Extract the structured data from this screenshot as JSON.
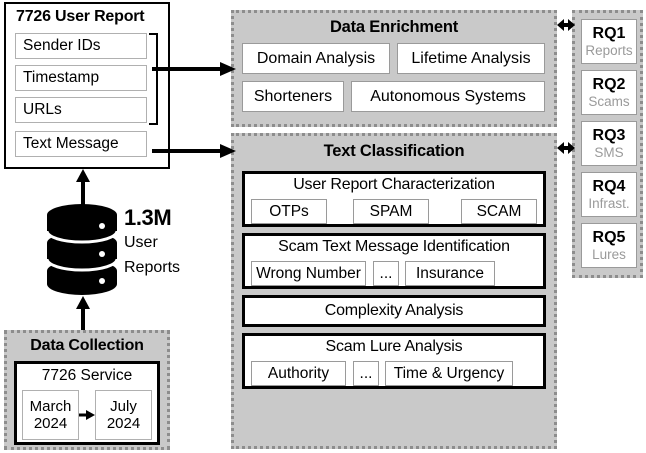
{
  "user_report": {
    "title": "7726 User Report",
    "fields": [
      {
        "label": "Sender IDs"
      },
      {
        "label": "Timestamp"
      },
      {
        "label": "URLs"
      },
      {
        "label": "Text Message"
      }
    ]
  },
  "database": {
    "count": "1.3M",
    "line1": "User",
    "line2": "Reports"
  },
  "data_collection": {
    "title": "Data Collection",
    "service_title": "7726 Service",
    "start": "March\n2024",
    "start_month": "March",
    "start_year": "2024",
    "end_month": "July",
    "end_year": "2024"
  },
  "data_enrichment": {
    "title": "Data Enrichment",
    "items": [
      {
        "label": "Domain Analysis"
      },
      {
        "label": "Lifetime Analysis"
      },
      {
        "label": "Shorteners"
      },
      {
        "label": "Autonomous Systems"
      }
    ]
  },
  "text_classification": {
    "title": "Text Classification",
    "sections": [
      {
        "title": "User Report Characterization",
        "chips": [
          {
            "label": "OTPs"
          },
          {
            "label": "SPAM"
          },
          {
            "label": "SCAM"
          }
        ]
      },
      {
        "title": "Scam Text Message Identification",
        "chips": [
          {
            "label": "Wrong Number"
          },
          {
            "label": "..."
          },
          {
            "label": "Insurance"
          }
        ]
      },
      {
        "title": "Complexity Analysis",
        "chips": []
      },
      {
        "title": "Scam Lure Analysis",
        "chips": [
          {
            "label": "Authority"
          },
          {
            "label": "..."
          },
          {
            "label": "Time & Urgency"
          }
        ]
      }
    ]
  },
  "research_questions": {
    "items": [
      {
        "id": "RQ1",
        "sub": "Reports"
      },
      {
        "id": "RQ2",
        "sub": "Scams"
      },
      {
        "id": "RQ3",
        "sub": "SMS"
      },
      {
        "id": "RQ4",
        "sub": "Infrast."
      },
      {
        "id": "RQ5",
        "sub": "Lures"
      }
    ]
  },
  "colors": {
    "panel_background": "#c9c9c9",
    "panel_border": "#8d8d8d",
    "box_border": "#9a9a9a",
    "sub_text": "#9a9a9a",
    "foreground": "#000000",
    "background": "#ffffff"
  }
}
